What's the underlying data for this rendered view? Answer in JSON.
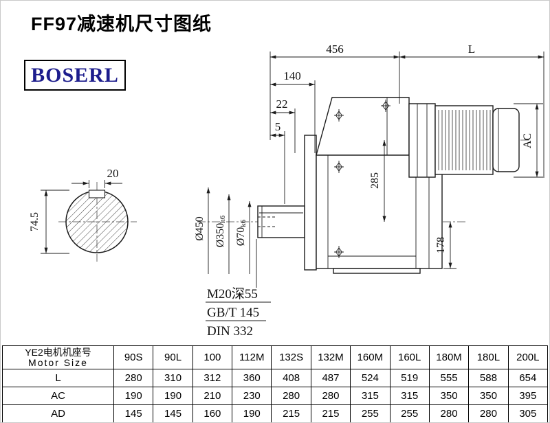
{
  "page": {
    "title": "FF97减速机尺寸图纸",
    "brand": "BOSERL"
  },
  "drawing": {
    "dims": {
      "total_456": "456",
      "motor_length": "L",
      "dim_140": "140",
      "dim_22": "22",
      "dim_5": "5",
      "motor_dia": "AC",
      "dim_285": "285",
      "dim_178": "178",
      "flange_od": "Ø450",
      "spigot_main": "Ø350",
      "spigot_tol": "h6",
      "shaft_main": "Ø70",
      "shaft_tol": "k6",
      "key_width": "20",
      "key_height": "74.5"
    },
    "notes": {
      "tapped_hole": "M20深55",
      "standard_gb": "GB/T 145",
      "standard_din": "DIN 332"
    }
  },
  "table": {
    "header_cn": "YE2电机机座号",
    "header_en": "Motor Size",
    "sizes": [
      "90S",
      "90L",
      "100",
      "112M",
      "132S",
      "132M",
      "160M",
      "160L",
      "180M",
      "180L",
      "200L"
    ],
    "rows": [
      {
        "label": "L",
        "values": [
          "280",
          "310",
          "312",
          "360",
          "408",
          "487",
          "524",
          "519",
          "555",
          "588",
          "654"
        ]
      },
      {
        "label": "AC",
        "values": [
          "190",
          "190",
          "210",
          "230",
          "280",
          "280",
          "315",
          "315",
          "350",
          "350",
          "395"
        ]
      },
      {
        "label": "AD",
        "values": [
          "145",
          "145",
          "160",
          "190",
          "215",
          "215",
          "255",
          "255",
          "280",
          "280",
          "305"
        ]
      }
    ]
  }
}
